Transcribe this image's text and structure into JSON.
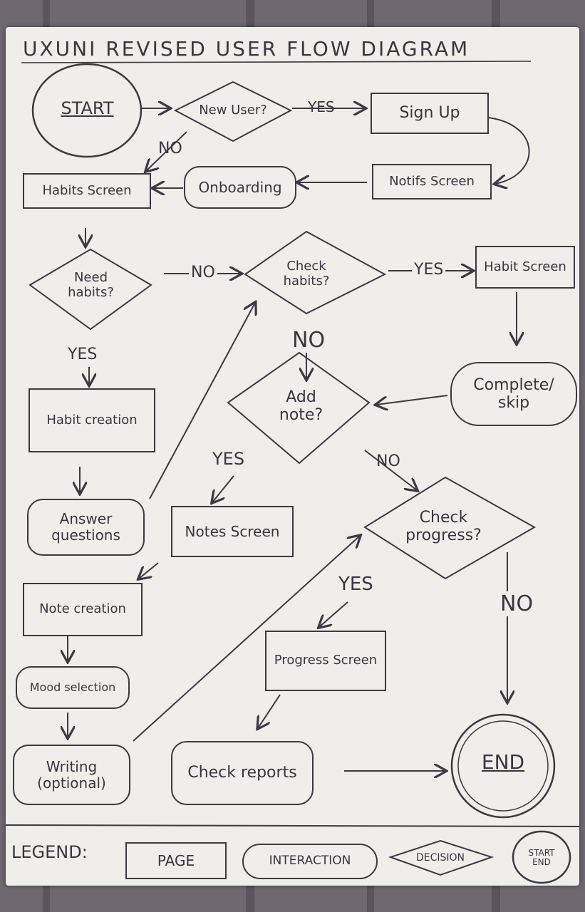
{
  "title": "UXUNI REVISED USER FLOW DIAGRAM",
  "nodes": {
    "start": "START",
    "new_user": "New User?",
    "sign_up": "Sign Up",
    "notifs_screen": "Notifs Screen",
    "onboarding": "Onboarding",
    "habits_screen": "Habits Screen",
    "need_habits": "Need habits?",
    "check_habits": "Check habits?",
    "habit_screen": "Habit Screen",
    "complete_skip": "Complete/ skip",
    "add_note": "Add note?",
    "habit_creation": "Habit creation",
    "answer_questions": "Answer questions",
    "notes_screen": "Notes Screen",
    "check_progress": "Check progress?",
    "note_creation": "Note creation",
    "mood_selection": "Mood selection",
    "writing_optional": "Writing (optional)",
    "progress_screen": "Progress Screen",
    "check_reports": "Check reports",
    "end": "END"
  },
  "edge_labels": {
    "new_user_yes": "YES",
    "new_user_no": "NO",
    "need_habits_no": "NO",
    "need_habits_yes": "YES",
    "check_habits_yes": "YES",
    "check_habits_no": "NO",
    "add_note_yes": "YES",
    "add_note_no": "NO",
    "check_progress_yes": "YES",
    "check_progress_no": "NO"
  },
  "legend": {
    "label": "LEGEND:",
    "page": "PAGE",
    "interaction": "INTERACTION",
    "decision": "DECISION",
    "start_end": "START END"
  }
}
